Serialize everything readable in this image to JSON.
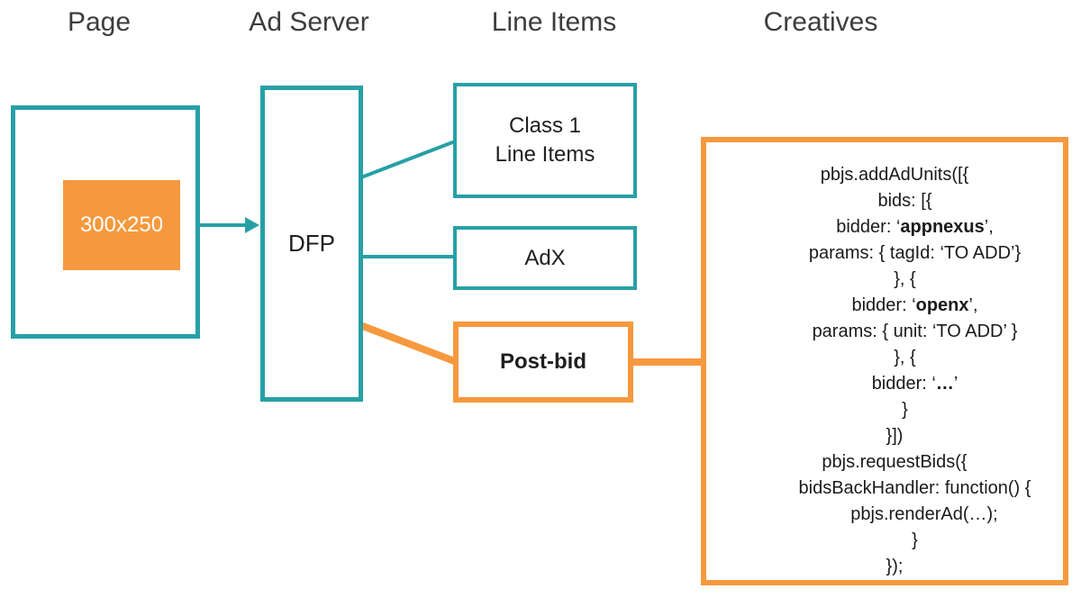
{
  "colors": {
    "teal": "#27A0A5",
    "orange": "#F6993E",
    "heading": "#3D3D3D",
    "code_text": "#1A1A1A"
  },
  "headers": {
    "page": "Page",
    "ad_server": "Ad Server",
    "line_items": "Line Items",
    "creatives": "Creatives"
  },
  "page_column": {
    "ad_slot_label": "300x250"
  },
  "ad_server_column": {
    "dfp_label": "DFP"
  },
  "line_items_column": {
    "class1_line1": "Class 1",
    "class1_line2": "Line Items",
    "adx_label": "AdX",
    "postbid_label": "Post-bid"
  },
  "creatives_column": {
    "code_lines": [
      {
        "indent": 0,
        "segments": [
          {
            "text": "pbjs.addAdUnits([{",
            "bold": false
          }
        ]
      },
      {
        "indent": 1,
        "segments": [
          {
            "text": "bids: [{",
            "bold": false
          }
        ]
      },
      {
        "indent": 2,
        "segments": [
          {
            "text": "bidder: ‘",
            "bold": false
          },
          {
            "text": "appnexus",
            "bold": true
          },
          {
            "text": "’,",
            "bold": false
          }
        ]
      },
      {
        "indent": 2,
        "segments": [
          {
            "text": "params: { tagId: ‘TO ADD’}",
            "bold": false
          }
        ]
      },
      {
        "indent": 1,
        "segments": [
          {
            "text": "}, {",
            "bold": false
          }
        ]
      },
      {
        "indent": 2,
        "segments": [
          {
            "text": "bidder: ‘",
            "bold": false
          },
          {
            "text": "openx",
            "bold": true
          },
          {
            "text": "’,",
            "bold": false
          }
        ]
      },
      {
        "indent": 2,
        "segments": [
          {
            "text": "params: { unit: ‘TO ADD’ }",
            "bold": false
          }
        ]
      },
      {
        "indent": 1,
        "segments": [
          {
            "text": "}, {",
            "bold": false
          }
        ]
      },
      {
        "indent": 2,
        "segments": [
          {
            "text": "bidder: ‘",
            "bold": false
          },
          {
            "text": "…",
            "bold": true
          },
          {
            "text": "’",
            "bold": false
          }
        ]
      },
      {
        "indent": 1,
        "segments": [
          {
            "text": "}",
            "bold": false
          }
        ]
      },
      {
        "indent": 0,
        "segments": [
          {
            "text": "}])",
            "bold": false
          }
        ]
      },
      {
        "indent": 0,
        "segments": [
          {
            "text": "pbjs.requestBids({",
            "bold": false
          }
        ]
      },
      {
        "indent": 2,
        "segments": [
          {
            "text": "bidsBackHandler: function() {",
            "bold": false
          }
        ]
      },
      {
        "indent": 3,
        "segments": [
          {
            "text": "pbjs.renderAd(…);",
            "bold": false
          }
        ]
      },
      {
        "indent": 2,
        "segments": [
          {
            "text": "}",
            "bold": false
          }
        ]
      },
      {
        "indent": 0,
        "segments": [
          {
            "text": "});",
            "bold": false
          }
        ]
      }
    ]
  }
}
